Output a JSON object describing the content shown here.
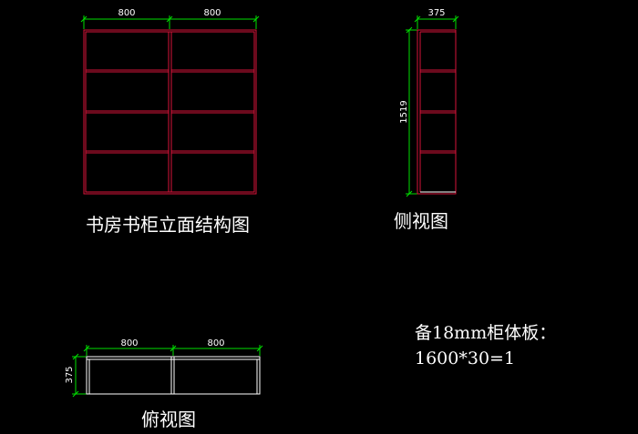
{
  "front_view": {
    "title": "书房书柜立面结构图",
    "dim_left": "800",
    "dim_right": "800"
  },
  "side_view": {
    "title": "侧视图",
    "dim_width": "375",
    "dim_height": "1519"
  },
  "top_view": {
    "title": "俯视图",
    "dim_left": "800",
    "dim_right": "800",
    "dim_depth": "375"
  },
  "note": {
    "line1": "备18mm柜体板：",
    "line2": "1600*30=1"
  },
  "colors": {
    "background": "#000000",
    "cabinet_lines": "#d8143a",
    "dimension_lines": "#00e000",
    "text": "#ffffff"
  }
}
